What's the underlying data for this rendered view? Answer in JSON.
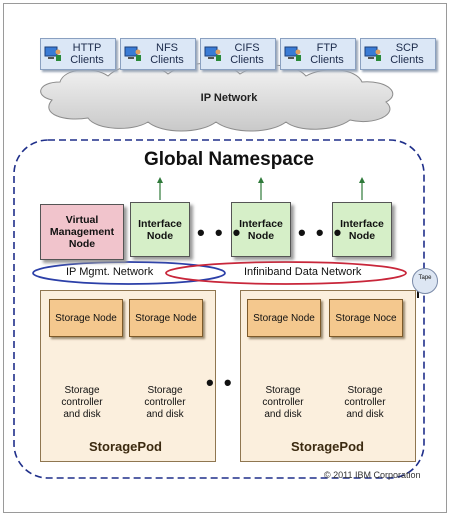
{
  "clients": [
    {
      "line1": "HTTP",
      "line2": "Clients"
    },
    {
      "line1": "NFS",
      "line2": "Clients"
    },
    {
      "line1": "CIFS",
      "line2": "Clients"
    },
    {
      "line1": "FTP",
      "line2": "Clients"
    },
    {
      "line1": "SCP",
      "line2": "Clients"
    }
  ],
  "ip_network": "IP Network",
  "global_namespace": "Global Namespace",
  "vmn": {
    "line1": "Virtual",
    "line2": "Management",
    "line3": "Node"
  },
  "interface_nodes": [
    {
      "line1": "Interface",
      "line2": "Node"
    },
    {
      "line1": "Interface",
      "line2": "Node"
    },
    {
      "line1": "Interface",
      "line2": "Node"
    }
  ],
  "ellipsis": "• • •",
  "ip_mgmt_network": "IP Mgmt. Network",
  "infiniband_network": "Infiniband Data Network",
  "tape": "Tape",
  "pods": [
    {
      "label": "StoragePod",
      "nodes": [
        "Storage Node",
        "Storage Node"
      ],
      "disks": [
        {
          "line1": "Storage",
          "line2": "controller",
          "line3": "and disk"
        },
        {
          "line1": "Storage",
          "line2": "controller",
          "line3": "and disk"
        }
      ]
    },
    {
      "label": "StoragePod",
      "nodes": [
        "Storage Node",
        "Storage Noce"
      ],
      "disks": [
        {
          "line1": "Storage",
          "line2": "controller",
          "line3": "and disk"
        },
        {
          "line1": "Storage",
          "line2": "controller",
          "line3": "and disk"
        }
      ]
    }
  ],
  "copyright": "© 2011 IBM Corporation",
  "colors": {
    "namespace_border": "#1f2f8a",
    "ip_mgmt_ring": "#2b3fa8",
    "infiniband_ring": "#c8263a",
    "arrow": "#2f7a3a"
  },
  "icons": {
    "client": "computer-user-icon"
  }
}
